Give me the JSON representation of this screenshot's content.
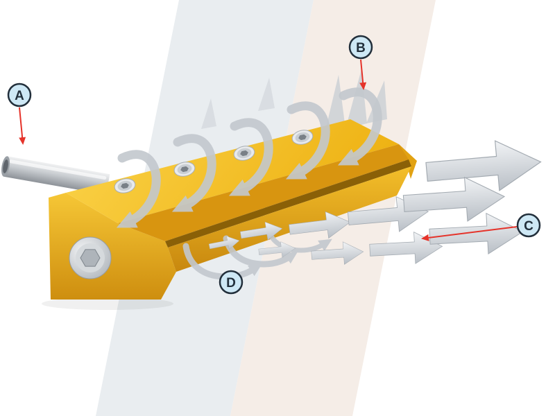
{
  "diagram": {
    "callouts": {
      "a": {
        "label": "A"
      },
      "b": {
        "label": "B"
      },
      "c": {
        "label": "C"
      },
      "d": {
        "label": "D"
      }
    },
    "colors": {
      "band_gray": "#E9EDF0",
      "band_beige": "#F5EDE7",
      "body_top_light": "#FBD44B",
      "body_top_dark": "#EEB213",
      "body_left_light": "#F6C736",
      "body_left_dark": "#CE8E0F",
      "jaw_light": "#F3BE2A",
      "jaw_dark": "#C8880E",
      "chamfer": "#D89510",
      "slot": "#8A6007",
      "end_cap": "#E2A212",
      "metal_light": "#F0F1F2",
      "metal_dark": "#8D9298",
      "screw_light": "#F4F5F6",
      "screw_dark": "#AEB4BA",
      "flow_gray": "#C3C8CE",
      "outflow_light": "#F2F4F6",
      "outflow_dark": "#B9BFC6",
      "callout_fill": "#CEE8F5",
      "callout_stroke": "#222F3B",
      "pointer_red": "#E5332A"
    }
  }
}
